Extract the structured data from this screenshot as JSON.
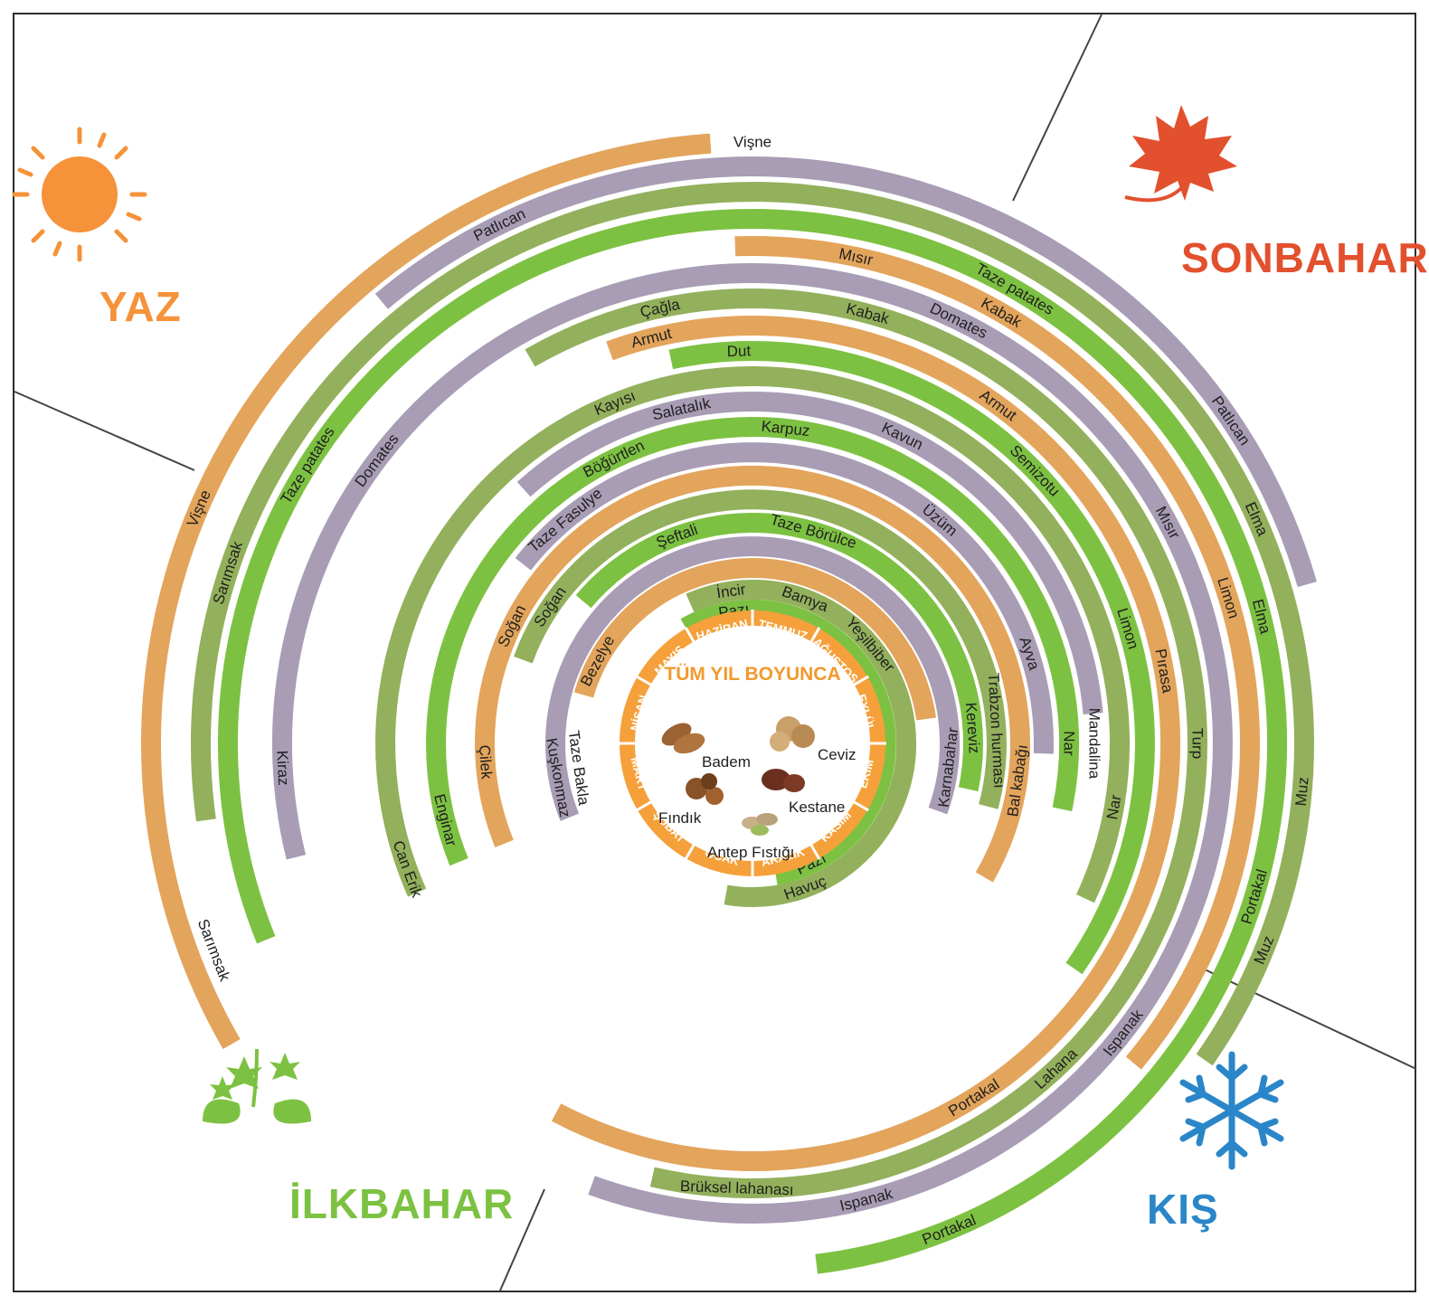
{
  "seasons": {
    "summer": {
      "label": "YAZ",
      "color": "#f5923a",
      "icon": "sun-icon"
    },
    "autumn": {
      "label": "SONBAHAR",
      "color": "#e2502d",
      "icon": "maple-leaf-icon"
    },
    "winter": {
      "label": "KIŞ",
      "color": "#2a86c8",
      "icon": "snowflake-icon"
    },
    "spring": {
      "label": "İLKBAHAR",
      "color": "#7dc142",
      "icon": "sprout-icon"
    }
  },
  "center": {
    "title": "TÜM YIL BOYUNCA",
    "months": [
      "OCAK",
      "ŞUBAT",
      "MART",
      "NİSAN",
      "MAYIS",
      "HAZİRAN",
      "TEMMUZ",
      "AĞUSTOS",
      "EYLÜL",
      "EKİM",
      "KASIM",
      "ARALIK"
    ],
    "nuts": [
      "Badem",
      "Ceviz",
      "Fındık",
      "Kestane",
      "Antep Fıstığı"
    ]
  },
  "colors": {
    "orange": "#e3a45c",
    "purple": "#a89db5",
    "green": "#7dc142",
    "olive": "#93b05c",
    "month_ring": "#f5a03a"
  },
  "rings": [
    {
      "color": "orange",
      "items": [
        "Vişne",
        "Vişne"
      ]
    },
    {
      "color": "purple",
      "items": [
        "Sarımsak",
        "Patlıcan",
        "Patlıcan"
      ]
    },
    {
      "color": "olive",
      "items": [
        "Sarımsak",
        "Elma",
        "Muz",
        "Muz"
      ]
    },
    {
      "color": "green",
      "items": [
        "Taze patates",
        "Taze patates",
        "Elma",
        "Portakal",
        "Portakal"
      ]
    },
    {
      "color": "orange",
      "items": [
        "Mısır",
        "Kabak",
        "Limon"
      ]
    },
    {
      "color": "purple",
      "items": [
        "Domates",
        "Kiraz",
        "Domates",
        "Mısır",
        "Ispanak",
        "Ispanak"
      ]
    },
    {
      "color": "olive",
      "items": [
        "Çağla",
        "Kabak",
        "Turp",
        "Lahana",
        "Brüksel lahanası"
      ]
    },
    {
      "color": "orange",
      "items": [
        "Armut",
        "Armut",
        "Pırasa",
        "Portakal"
      ]
    },
    {
      "color": "green",
      "items": [
        "Dut",
        "Semizotu",
        "Limon"
      ]
    },
    {
      "color": "olive",
      "items": [
        "Kayısı",
        "Can Erik",
        "Nar"
      ]
    },
    {
      "color": "purple",
      "items": [
        "Salatalık",
        "Kavun",
        "Mandalina"
      ]
    },
    {
      "color": "green",
      "items": [
        "Böğürtlen",
        "Karpuz",
        "Enginar",
        "Nar"
      ]
    },
    {
      "color": "purple",
      "items": [
        "Taze Fasulye",
        "Üzüm",
        "Ayva"
      ]
    },
    {
      "color": "orange",
      "items": [
        "Çilek",
        "Soğan",
        "Bal kabağı"
      ]
    },
    {
      "color": "olive",
      "items": [
        "Soğan",
        "Trabzon hurması"
      ]
    },
    {
      "color": "green",
      "items": [
        "Şeftali",
        "Taze Börülce",
        "Kereviz"
      ]
    },
    {
      "color": "purple",
      "items": [
        "Kuşkonmaz",
        "Karnabahar"
      ]
    },
    {
      "color": "orange",
      "items": [
        "Bezelye",
        "Taze Bakla"
      ]
    },
    {
      "color": "olive",
      "items": [
        "İncir",
        "Bamya",
        "Yeşilbiber",
        "Havuç"
      ]
    },
    {
      "color": "green",
      "items": [
        "Pazı",
        "Pazı"
      ]
    }
  ]
}
